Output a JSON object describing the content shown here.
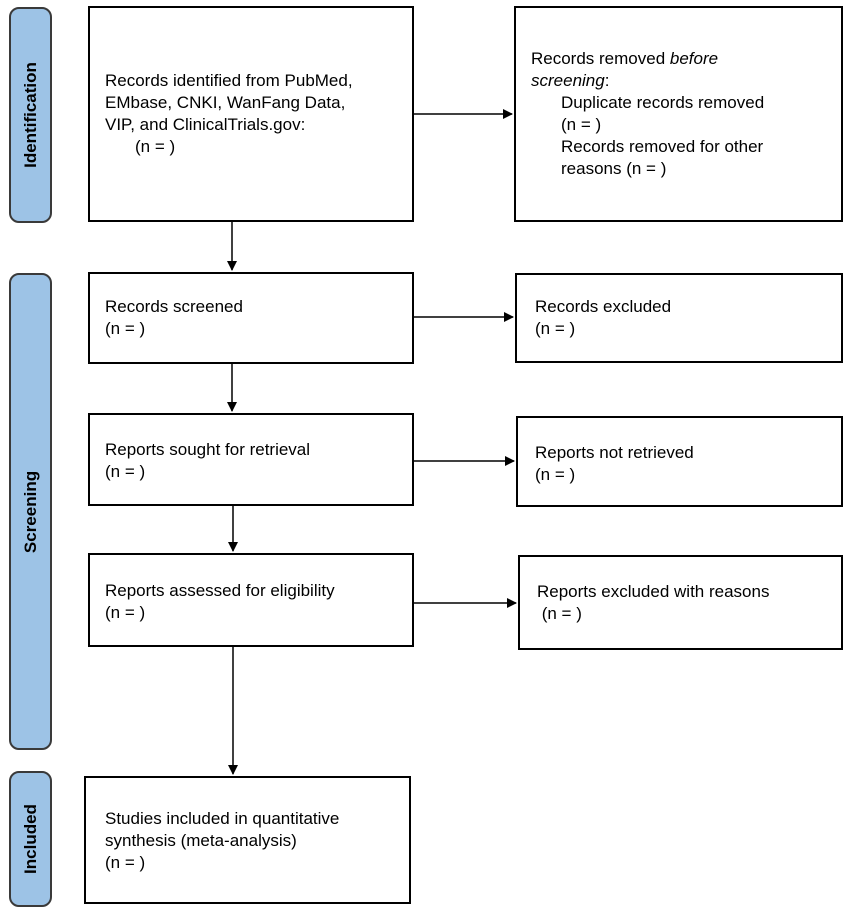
{
  "stages": {
    "identification": "Identification",
    "screening": "Screening",
    "included": "Included"
  },
  "boxes": {
    "identified": {
      "lines": [
        "Records identified from PubMed,",
        "EMbase, CNKI, WanFang Data,",
        "VIP, and ClinicalTrials.gov:",
        "(n = )"
      ]
    },
    "removed": {
      "line1": "Records removed ",
      "line1_italic": "before",
      "line2_italic": "screening",
      "line2_rest": ":",
      "dup_label": "Duplicate records removed",
      "dup_n": "(n = )",
      "other_label": "Records removed for other",
      "other_reasons": "reasons (n = )"
    },
    "screened": {
      "label": "Records screened",
      "n": "(n = )"
    },
    "excluded": {
      "label": "Records excluded",
      "n": "(n = )"
    },
    "sought": {
      "label": "Reports sought for retrieval",
      "n": "(n = )"
    },
    "not_retrieved": {
      "label": "Reports not retrieved",
      "n": "(n = )"
    },
    "assessed": {
      "label": "Reports assessed for eligibility",
      "n": "(n = )"
    },
    "excluded_reasons": {
      "label": "Reports excluded with reasons",
      "n": " (n = )"
    },
    "included": {
      "lines": [
        "Studies included in quantitative",
        "synthesis (meta-analysis)",
        "(n = )"
      ]
    }
  }
}
